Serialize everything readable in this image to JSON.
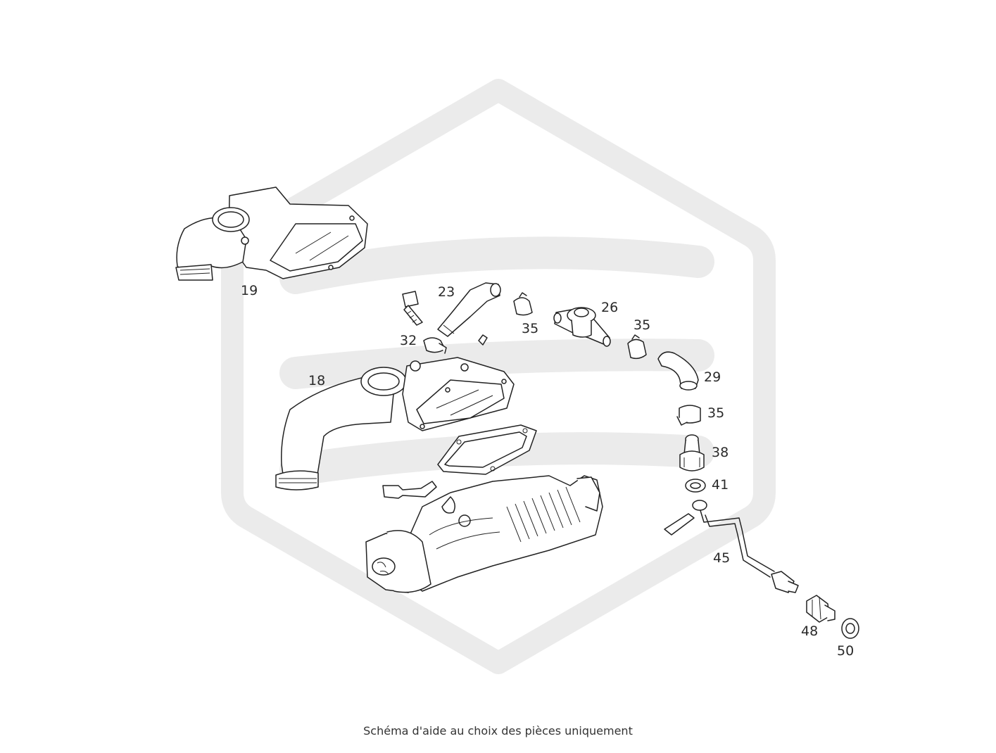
{
  "caption": "Schéma d'aide au choix des pièces uniquement",
  "watermark_color": "#ebebeb",
  "line_color": "#222222",
  "labels": {
    "p18": "18",
    "p19": "19",
    "p23": "23",
    "p26": "26",
    "p29": "29",
    "p32": "32",
    "p35a": "35",
    "p35b": "35",
    "p35c": "35",
    "p38": "38",
    "p41": "41",
    "p45": "45",
    "p48": "48",
    "p50": "50"
  }
}
